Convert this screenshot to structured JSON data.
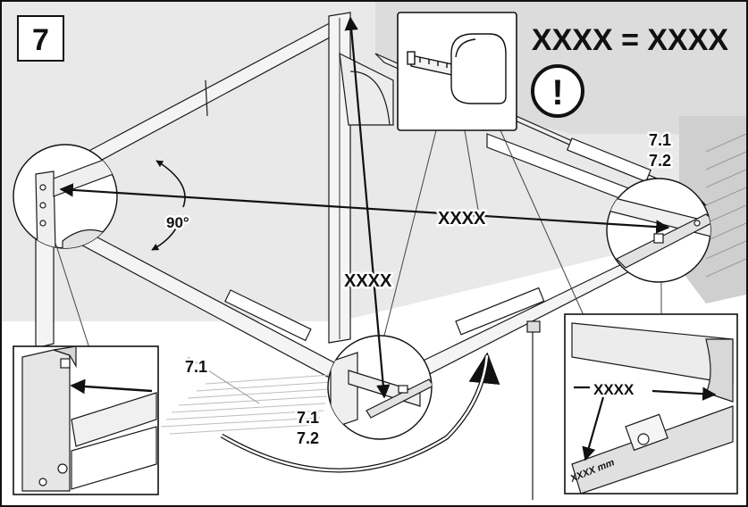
{
  "step_number": "7",
  "equality_note": "XXXX = XXXX",
  "warning_symbol": "!",
  "icons": [
    "tape-measure-icon",
    "exclamation-circle-icon"
  ],
  "labels": {
    "angle": "90°",
    "diagonal_a": "XXXX",
    "diagonal_b": "XXXX",
    "detail_measure": "XXXX",
    "tape_scale": "XXXX mm",
    "ref_top_right_1": "7.1",
    "ref_top_right_2": "7.2",
    "ref_bottom_left": "7.1",
    "ref_bottom_center_1": "7.1",
    "ref_bottom_center_2": "7.2"
  },
  "colors": {
    "line": "#1a1a1a",
    "wall": "#e6e6e6",
    "frame": "#f2f2f2",
    "shade": "#c8c8c8"
  }
}
